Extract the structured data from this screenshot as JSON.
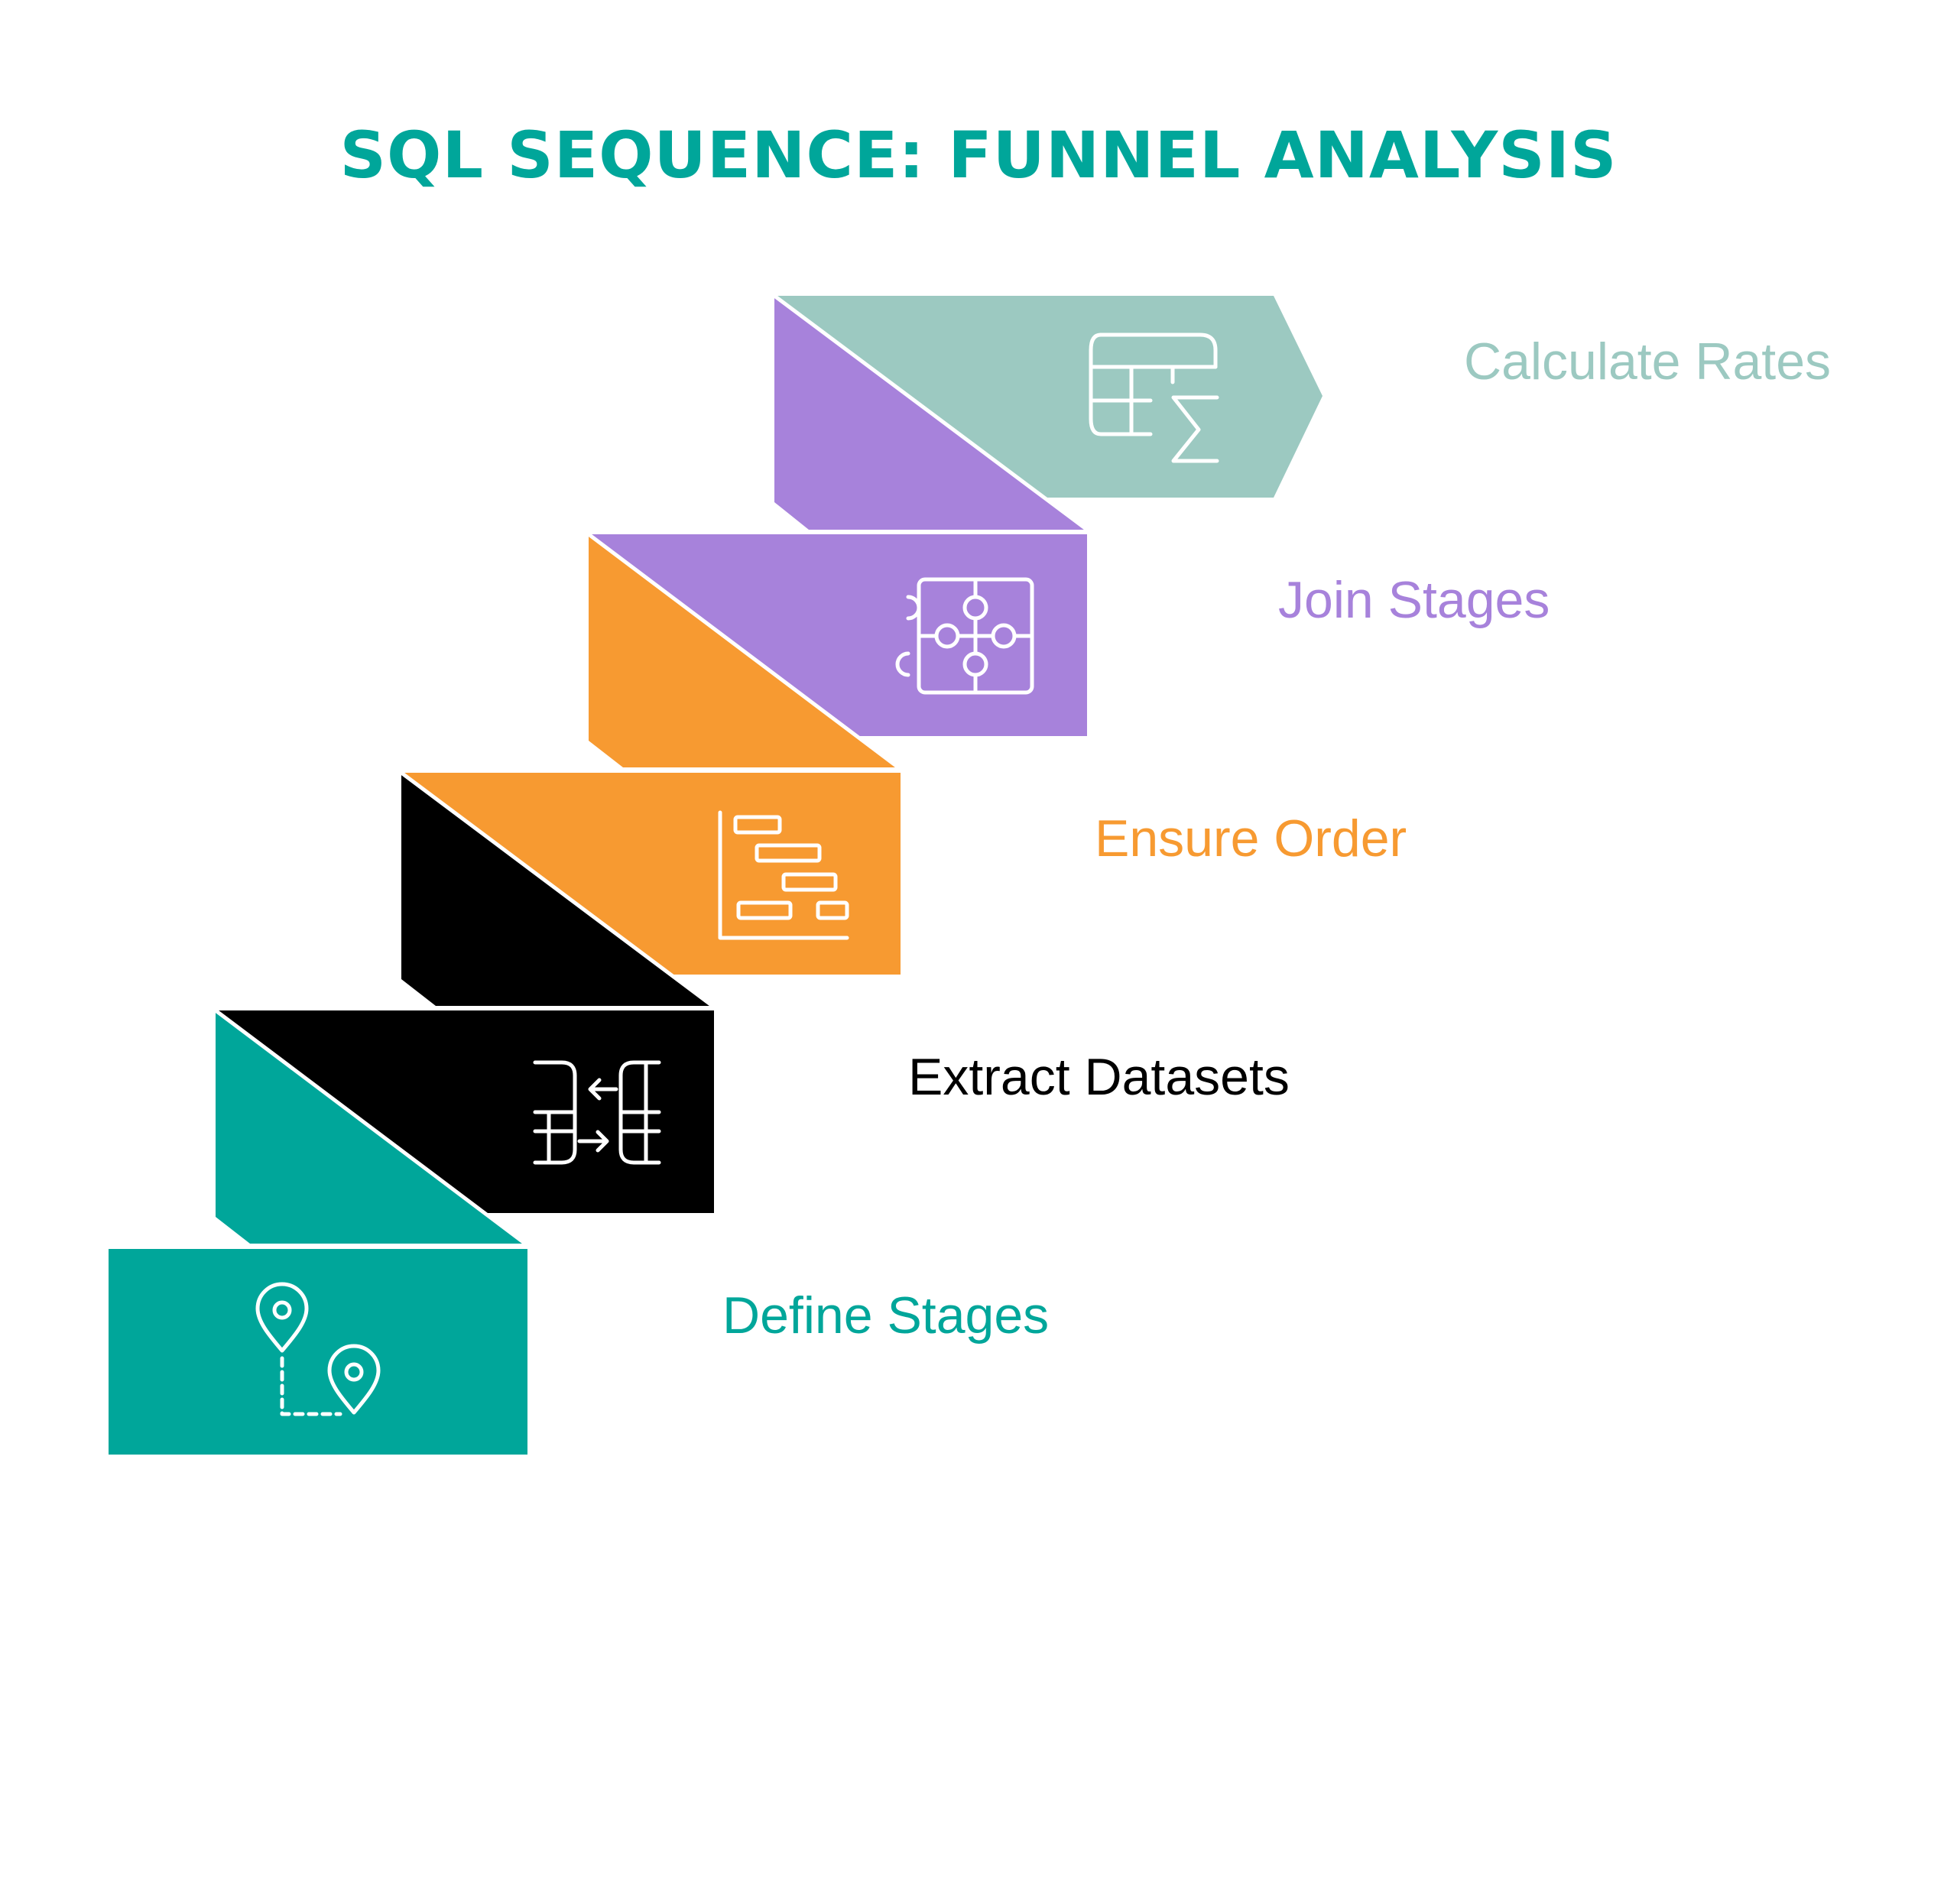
{
  "title": "SQL SEQUENCE: FUNNEL ANALYSIS",
  "colors": {
    "title": "#00a69a",
    "background": "#ffffff",
    "divider": "#ffffff"
  },
  "steps": [
    {
      "label": "Define Stages",
      "color": "#00a69a",
      "label_color": "#00a69a",
      "icon": "map-route-icon"
    },
    {
      "label": "Extract Datasets",
      "color": "#000000",
      "label_color": "#000000",
      "icon": "table-transfer-icon"
    },
    {
      "label": "Ensure Order",
      "color": "#f79a31",
      "label_color": "#f79a31",
      "icon": "gantt-chart-icon"
    },
    {
      "label": "Join Stages",
      "color": "#a782db",
      "label_color": "#a782db",
      "icon": "puzzle-icon"
    },
    {
      "label": "Calculate Rates",
      "color": "#9cc9c1",
      "label_color": "#9cc9c1",
      "icon": "table-sum-icon"
    }
  ]
}
